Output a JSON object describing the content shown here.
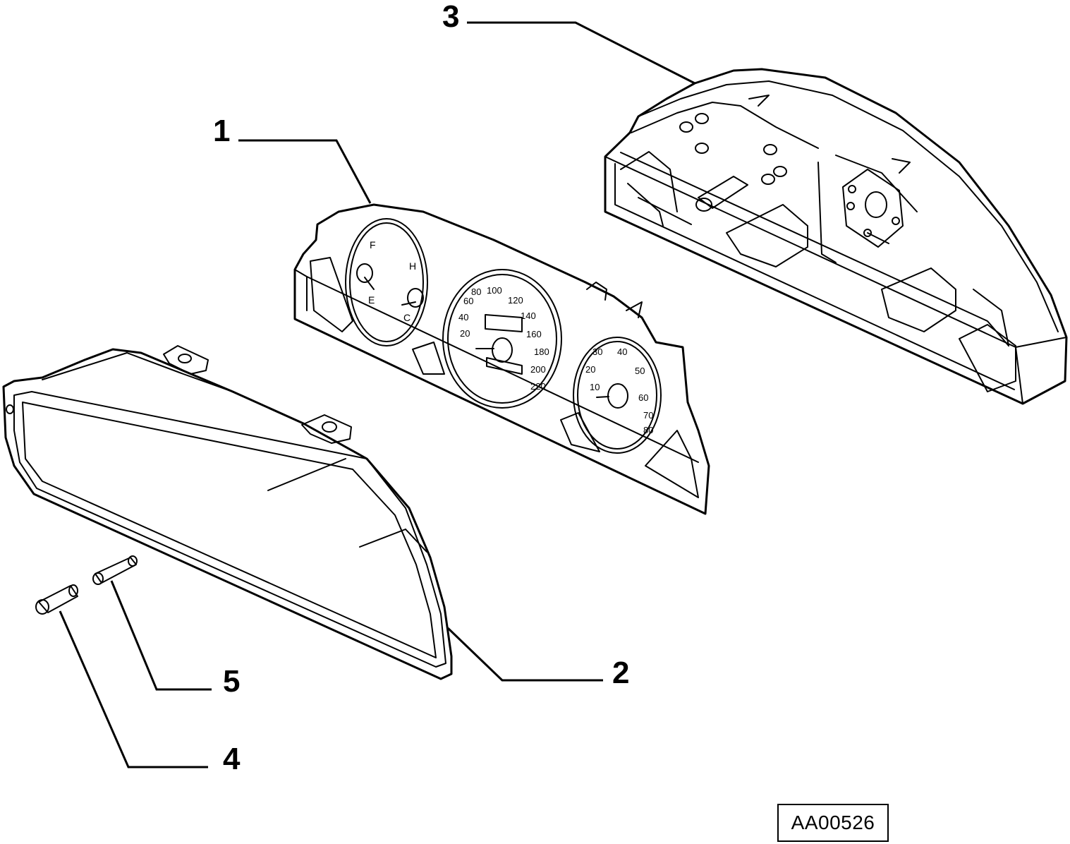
{
  "callouts": {
    "c1": "1",
    "c2": "2",
    "c3": "3",
    "c4": "4",
    "c5": "5"
  },
  "gauges": {
    "fuel": {
      "full": "F",
      "empty": "E"
    },
    "temperature": {
      "hot": "H",
      "cold": "C"
    },
    "speedometer": [
      "20",
      "40",
      "60",
      "80",
      "100",
      "120",
      "140",
      "160",
      "180",
      "200",
      "220"
    ],
    "tachometer": [
      "10",
      "20",
      "30",
      "40",
      "50",
      "60",
      "70",
      "80"
    ]
  },
  "reference_code": "AA00526"
}
